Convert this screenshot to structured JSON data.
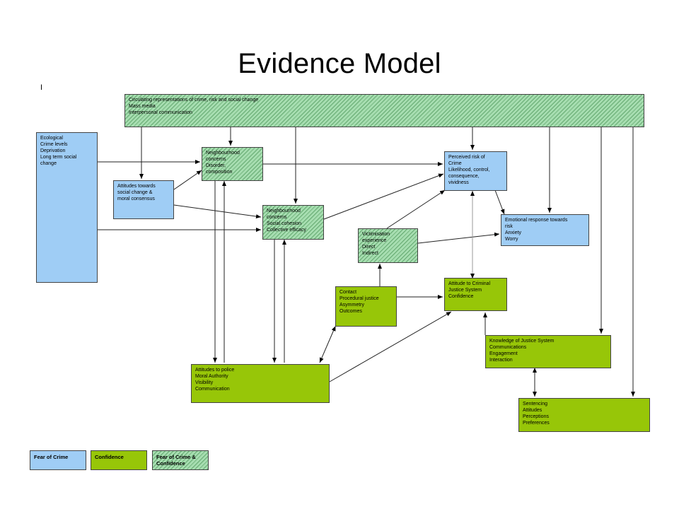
{
  "title": "Evidence Model",
  "corner_mark": "I",
  "boxes": {
    "circulating": [
      "Circulating representations of crime, risk and social change",
      "Mass media",
      "Interpersonal communication"
    ],
    "ecological": [
      "Ecological",
      "Crime levels",
      "Deprivation",
      "Long term social",
      "change"
    ],
    "neigh1": [
      "Neighbourhood",
      "concerns",
      "Disorder,",
      "composition"
    ],
    "attitudes_social": [
      "Attitudes towards",
      "social change &",
      "moral consensus"
    ],
    "neigh2": [
      "Neighbourhood",
      "concerns",
      "Social cohesion",
      "Collective efficacy"
    ],
    "perceived": [
      "Perceived risk of",
      "Crime",
      "Likelihood, control,",
      "consequence,",
      "vividness"
    ],
    "emotional": [
      "Emotional response towards",
      "risk",
      "Anxiety",
      "Worry"
    ],
    "victimisation": [
      "Victimisation",
      "experience",
      "Direct",
      "Indirect"
    ],
    "contact": [
      "Contact",
      "Procedural justice",
      "Asymmetry",
      "Outcomes"
    ],
    "cjs": [
      "Attitude to Criminal",
      "Justice System",
      "Confidence"
    ],
    "knowledge": [
      "Knowledge of Justice System",
      "Communications",
      "Engagement",
      "Interaction"
    ],
    "police": [
      "Attitudes to police",
      "Moral Authority",
      "Visibility",
      "Communication"
    ],
    "sentencing": [
      "Sentencing",
      "Attitudes",
      "Perceptions",
      "Preferences"
    ]
  },
  "legend": {
    "fear": "Fear of Crime",
    "confidence": "Confidence",
    "both": [
      "Fear of Crime &",
      "Confidence"
    ]
  },
  "colors": {
    "fear_of_crime": "#9fcdf5",
    "confidence": "#97c608",
    "both_hatched": "#a6ddb0"
  }
}
